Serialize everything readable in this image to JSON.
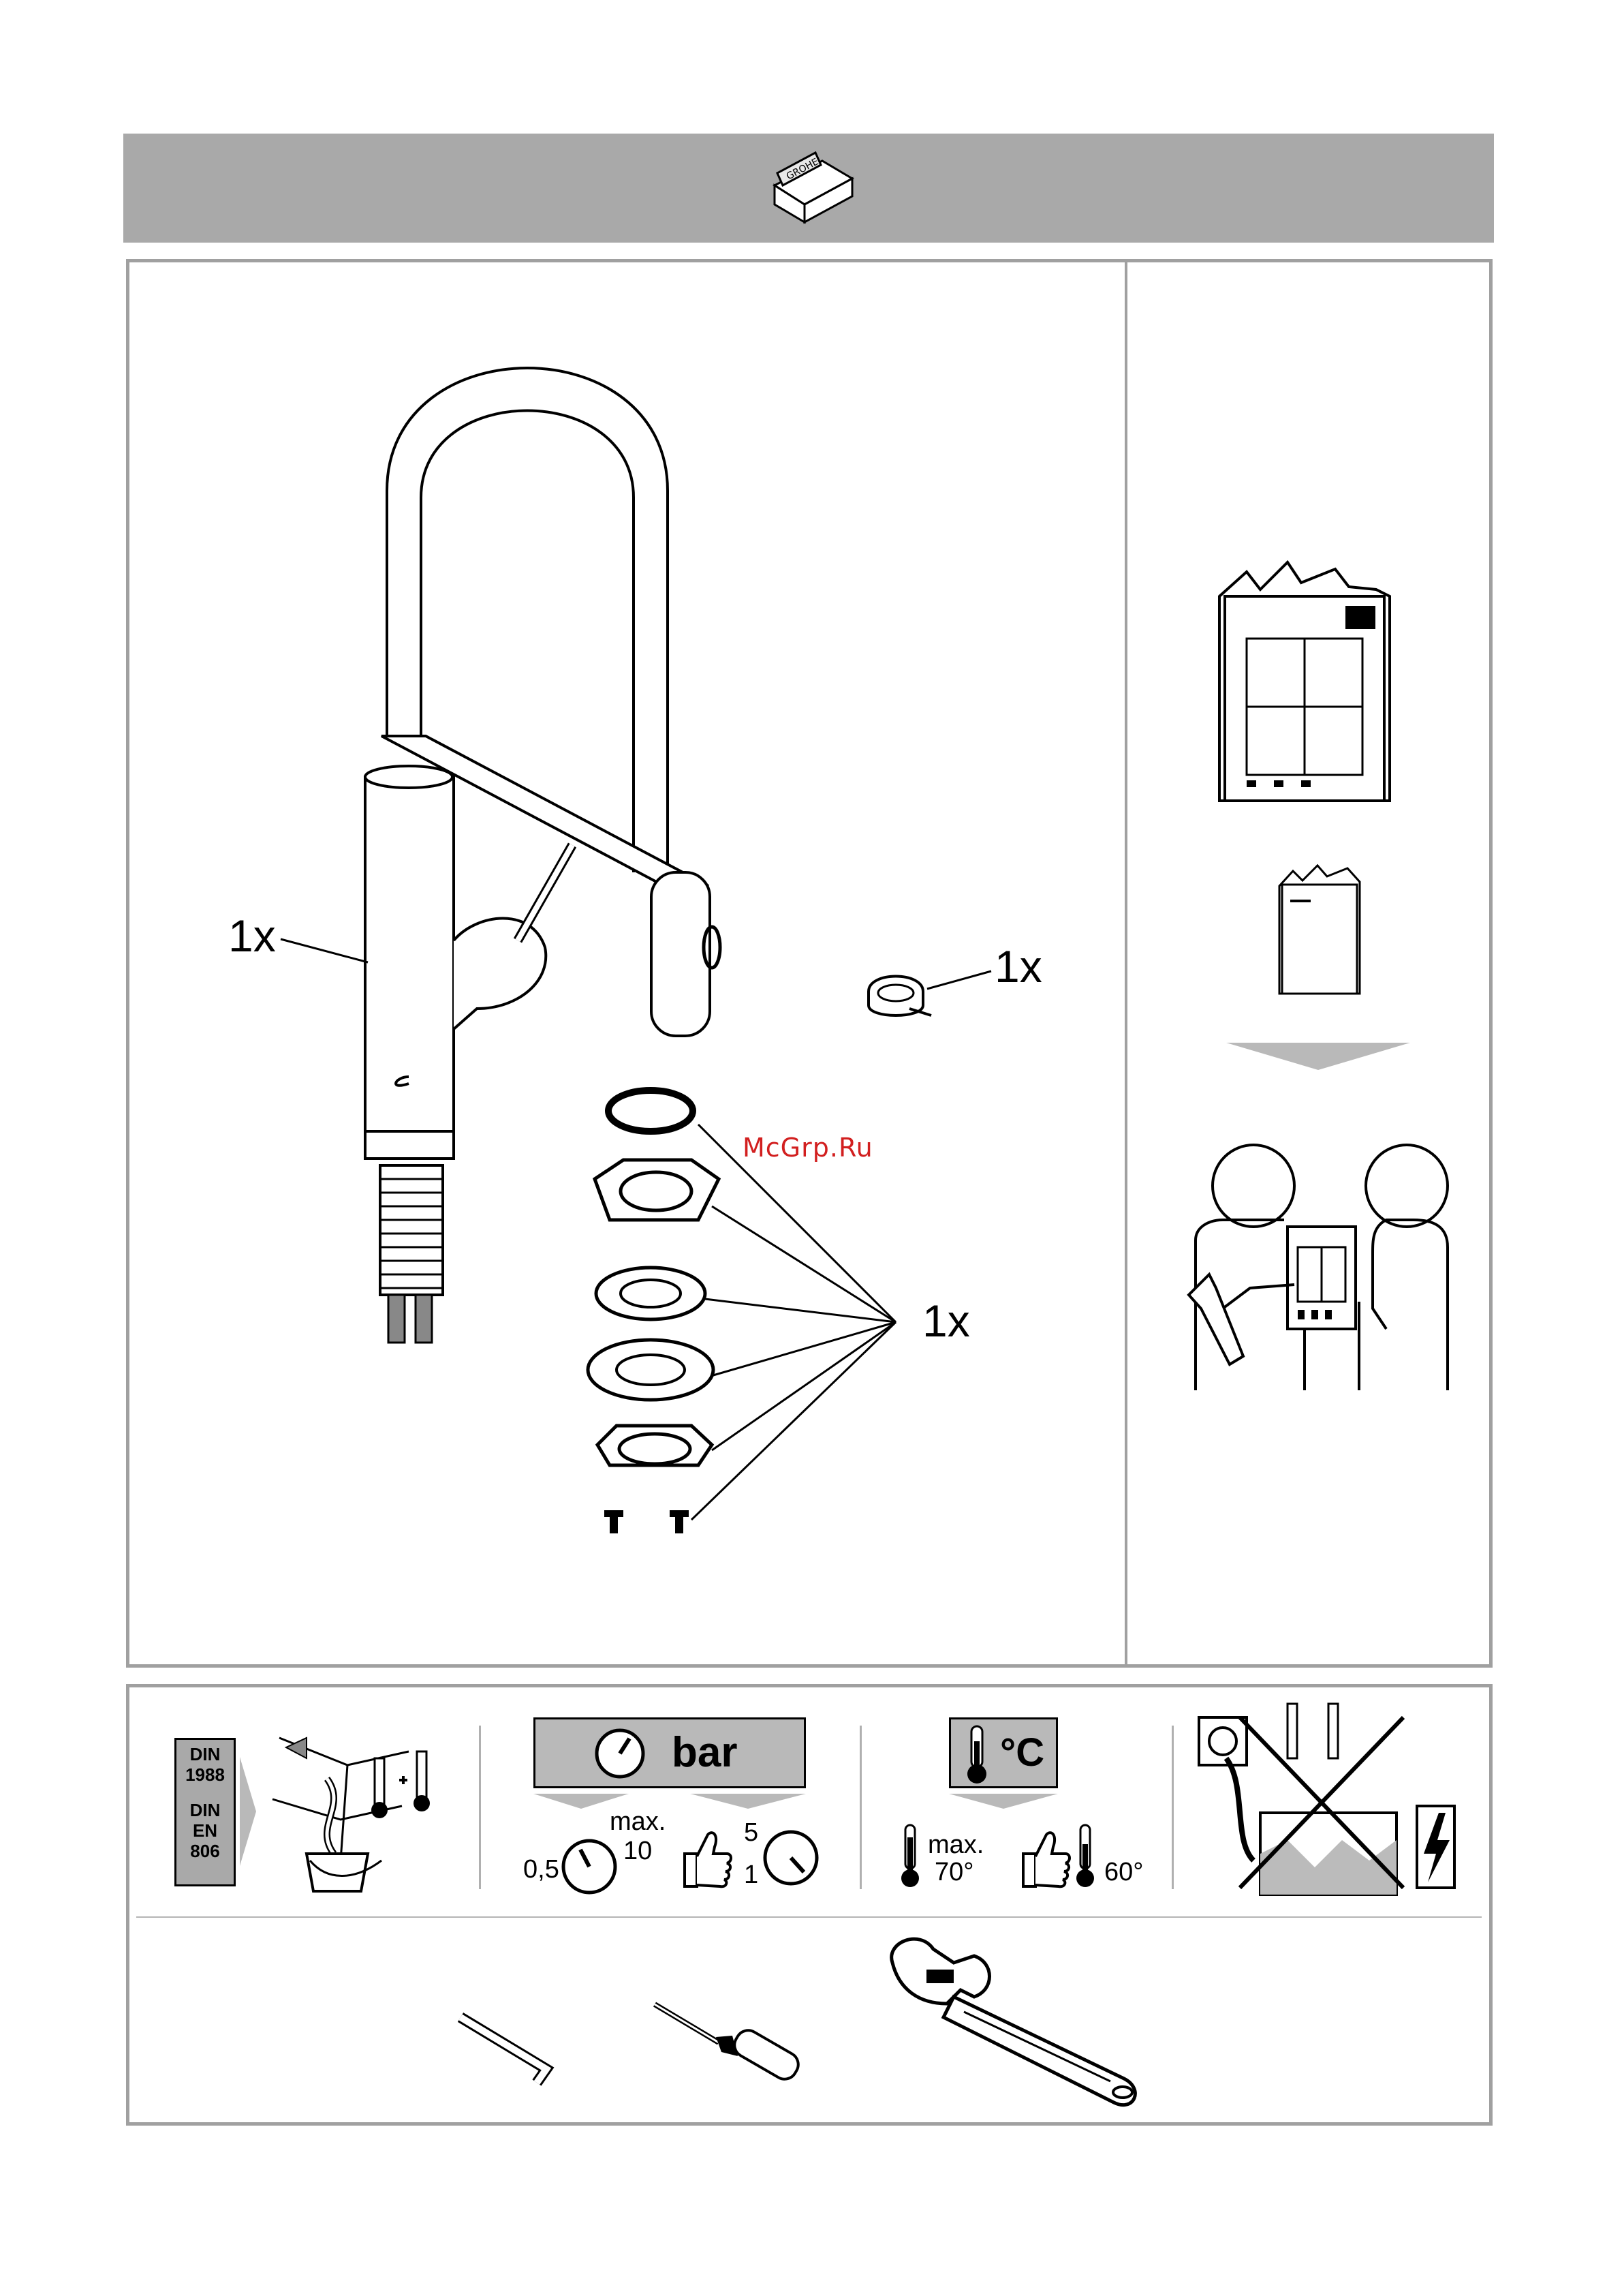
{
  "header": {
    "logo_icon": "grohe-box-icon"
  },
  "parts": {
    "faucet_qty": "1x",
    "clip_qty": "1x",
    "mounting_set_qty": "1x",
    "watermark": "McGrp.Ru"
  },
  "documents": {
    "manual_icon": "booklet-icon",
    "arrow_icon": "down-arrow-icon",
    "handover_icon": "handover-icon"
  },
  "requirements": {
    "standard": {
      "din1": "DIN",
      "num1": "1988",
      "din2": "DIN",
      "en": "EN",
      "num2": "806"
    },
    "pressure": {
      "unit": "bar",
      "max_label": "max.",
      "max_value": "10",
      "min_value": "0,5",
      "rec_high": "5",
      "rec_low": "1"
    },
    "temperature": {
      "unit": "°C",
      "max_label": "max.",
      "max_value": "70°",
      "rec_value": "60°"
    },
    "no_boiler_icon": "no-pressureless-heater-icon"
  },
  "tools": {
    "items": [
      "hex-key-icon",
      "screwdriver-icon",
      "adjustable-wrench-icon"
    ]
  }
}
